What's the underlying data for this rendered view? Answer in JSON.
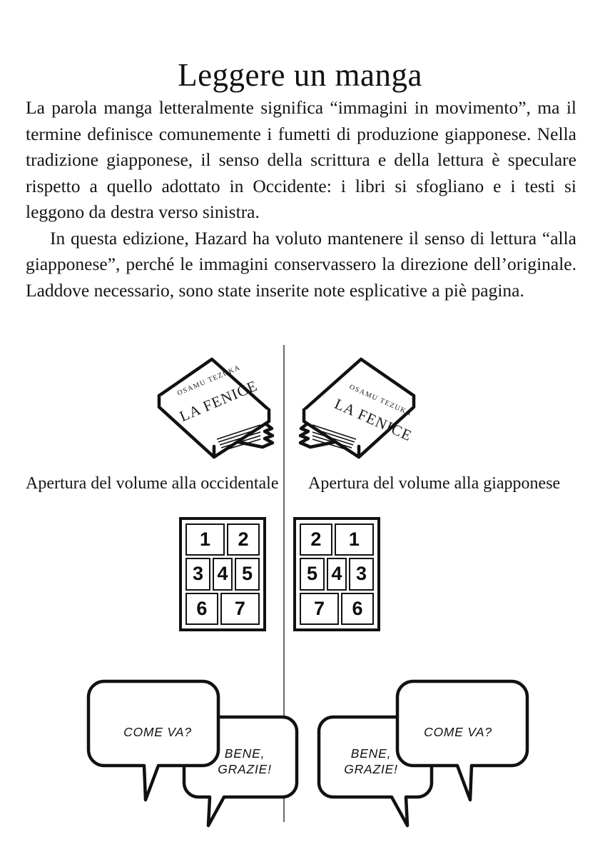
{
  "document": {
    "title": "Leggere un manga",
    "paragraphs": [
      "La parola manga letteralmente significa “immagini in movimento”, ma il termine definisce comunemente i fumetti di produzione giapponese. Nella tradizione giapponese, il senso della scrittura e della lettura è speculare rispetto a quello adottato in Occidente: i libri si sfogliano e i testi si leggono da destra verso sinistra.",
      "In questa edizione, Hazard ha voluto mantenere il senso di lettura “alla giapponese”, perché le immagini conservassero la direzione dell’originale. Laddove necessario, sono state inserite note esplicative a piè pagina."
    ]
  },
  "figure": {
    "divider_label": "vertical-divider",
    "western": {
      "book": {
        "author": "OSAMU TEZUKA",
        "title": "LA FENICE"
      },
      "caption": "Apertura del volume alla occidentale",
      "grid": {
        "rows": [
          [
            {
              "num": "1",
              "size": "wide"
            },
            {
              "num": "2",
              "size": "norm"
            }
          ],
          [
            {
              "num": "3",
              "size": "norm"
            },
            {
              "num": "4",
              "size": "narrow"
            },
            {
              "num": "5",
              "size": "norm"
            }
          ],
          [
            {
              "num": "6",
              "size": "norm"
            },
            {
              "num": "7",
              "size": "wide"
            }
          ]
        ]
      },
      "balloons": {
        "first": "COME VA?",
        "second": "BENE,\nGRAZIE!"
      }
    },
    "japanese": {
      "book": {
        "author": "OSAMU TEZUKA",
        "title": "LA FENICE"
      },
      "caption": "Apertura del volume alla giapponese",
      "grid": {
        "rows": [
          [
            {
              "num": "2",
              "size": "norm"
            },
            {
              "num": "1",
              "size": "wide"
            }
          ],
          [
            {
              "num": "5",
              "size": "norm"
            },
            {
              "num": "4",
              "size": "narrow"
            },
            {
              "num": "3",
              "size": "norm"
            }
          ],
          [
            {
              "num": "7",
              "size": "wide"
            },
            {
              "num": "6",
              "size": "norm"
            }
          ]
        ]
      },
      "balloons": {
        "first": "COME VA?",
        "second": "BENE,\nGRAZIE!"
      }
    }
  },
  "colors": {
    "ink": "#111111",
    "paper": "#ffffff",
    "divider": "#6a6a6a"
  }
}
